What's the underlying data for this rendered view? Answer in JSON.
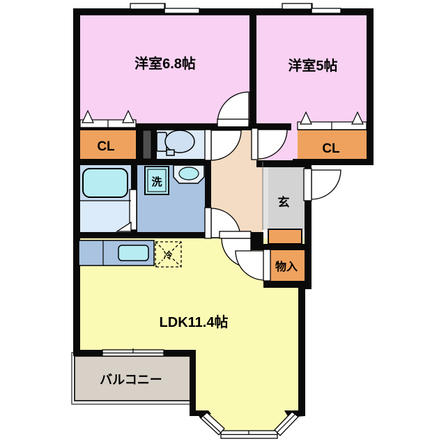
{
  "plan": {
    "type": "apartment-floor-plan",
    "rooms": {
      "bedroom1": {
        "label": "洋室6.8帖"
      },
      "bedroom2": {
        "label": "洋室5帖"
      },
      "closet1": {
        "label": "CL"
      },
      "closet2": {
        "label": "CL"
      },
      "entry": {
        "label": "玄"
      },
      "storage": {
        "label": "物入"
      },
      "ldk": {
        "label": "LDK11.4帖"
      },
      "balcony": {
        "label": "バルコニー"
      },
      "washer": {
        "label": "洗"
      },
      "fridge": {
        "label": "冷"
      }
    },
    "colors": {
      "wall": "#0a0a0a",
      "bedroom": "#f9d2f3",
      "closet": "#efa25e",
      "hall": "#f3dcc3",
      "entry": "#d3d3d3",
      "entry_step": "#e2e2e2",
      "ldk": "#fbfab5",
      "balcony": "#d8d1c7",
      "washroom": "#a9c3e1",
      "bath_upper": "#c8dcf0",
      "bath_lower": "#dcebf9",
      "toilet_floor": "#dce9f7",
      "fixture_cyan": "#b6ecf2",
      "fixture_light": "#cfe0f2",
      "counter": "#a9c3e1",
      "shaft": "#4f4f4f"
    }
  }
}
